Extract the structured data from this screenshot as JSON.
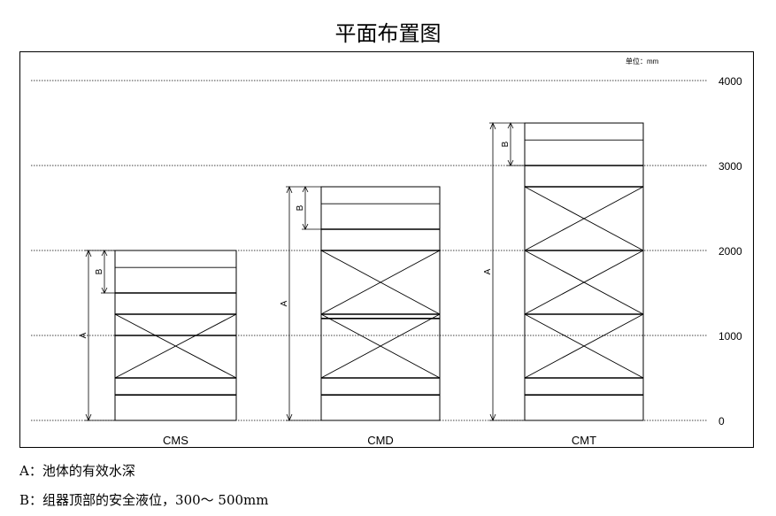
{
  "title": "平面布置图",
  "unit_label": "单位：mm",
  "y_ticks": [
    "4000",
    "3000",
    "2000",
    "1000",
    "0"
  ],
  "columns": [
    {
      "name": "CMS",
      "total_height": 2000,
      "zone_b_bottom": 1500,
      "separator": 1800,
      "cross_blocks": [
        [
          500,
          1250
        ]
      ],
      "lines": [
        300,
        500,
        1000,
        1250,
        1500
      ]
    },
    {
      "name": "CMD",
      "total_height": 2750,
      "zone_b_bottom": 2250,
      "separator": 2550,
      "cross_blocks": [
        [
          500,
          1250
        ],
        [
          1250,
          2000
        ]
      ],
      "lines": [
        300,
        500,
        1200,
        1250,
        2000,
        2250
      ]
    },
    {
      "name": "CMT",
      "total_height": 3500,
      "zone_b_bottom": 3000,
      "separator": 3300,
      "cross_blocks": [
        [
          500,
          1250
        ],
        [
          1250,
          2000
        ],
        [
          2000,
          2750
        ]
      ],
      "lines": [
        300,
        500,
        1250,
        2000,
        2750,
        3000
      ]
    }
  ],
  "dim_labels": {
    "a": "A",
    "b": "B"
  },
  "notes": {
    "a": "A：池体的有效水深",
    "b": "B：组器顶部的安全液位，300～ 500mm"
  }
}
